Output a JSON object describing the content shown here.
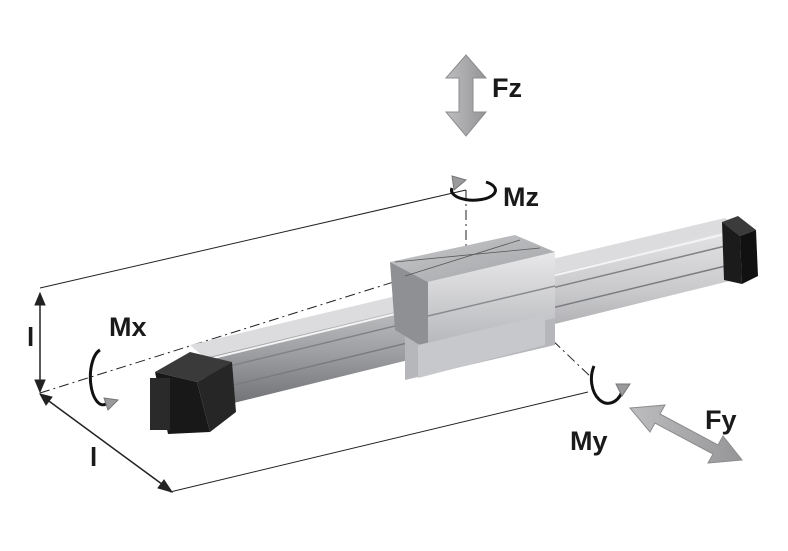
{
  "labels": {
    "fz": "Fz",
    "mz": "Mz",
    "mx": "Mx",
    "my": "My",
    "fy": "Fy",
    "l_vertical": "l",
    "l_horizontal": "l"
  },
  "colors": {
    "arrow_gray": "#a9a9ab",
    "rail_light": "#d3d3d5",
    "rail_mid": "#a8a9ac",
    "rail_dark": "#6f7073",
    "end_cap": "#1c1c1c",
    "line": "#222222"
  }
}
